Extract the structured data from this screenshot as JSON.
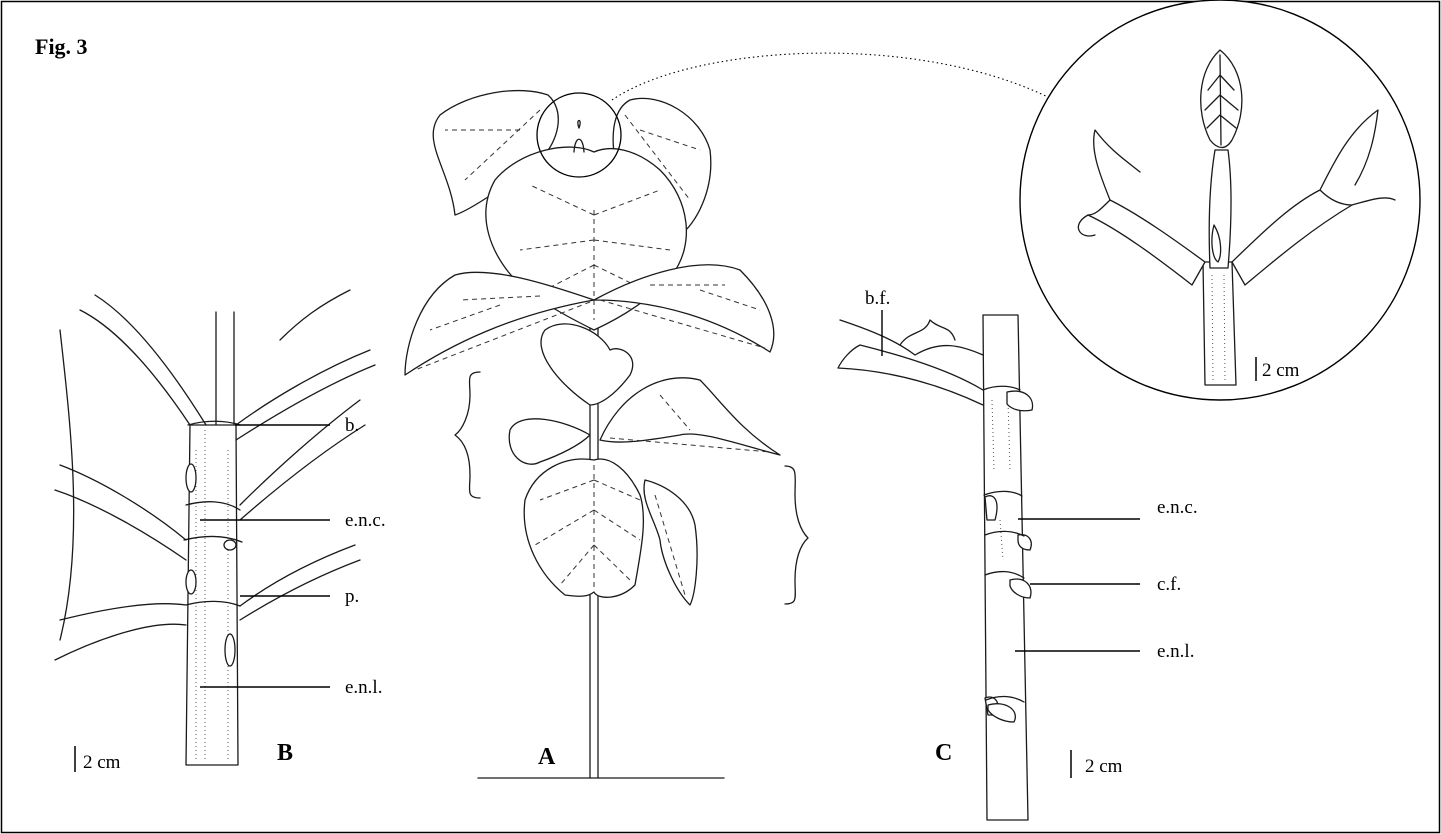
{
  "figure_title": "Fig. 3",
  "panels": {
    "a": "A",
    "b": "B",
    "c": "C"
  },
  "panel_b_labels": {
    "bract": "b.",
    "encircling": "e.n.c.",
    "petiole": "p.",
    "elongated": "e.n.l."
  },
  "panel_c_labels": {
    "bract_fold": "b.f.",
    "encircling": "e.n.c.",
    "cup_fold": "c.f.",
    "elongated": "e.n.l."
  },
  "scale_bars": {
    "b": "2 cm",
    "c": "2 cm",
    "inset": "2 cm"
  },
  "colors": {
    "line": "#1a1a1a",
    "background": "#ffffff"
  }
}
